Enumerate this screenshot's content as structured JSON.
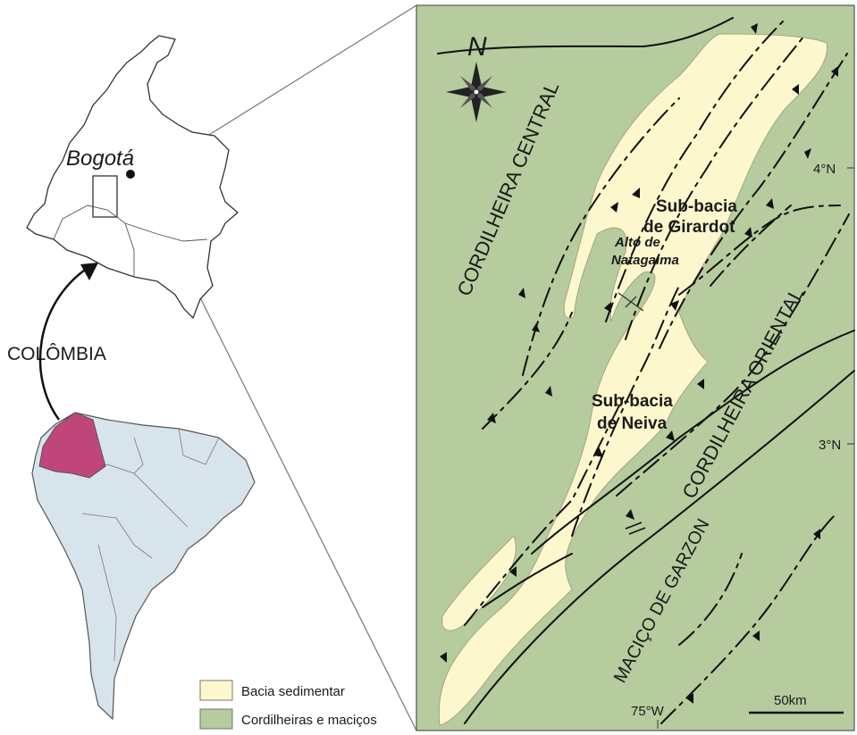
{
  "country_label": "COLÔMBIA",
  "capital_label": "Bogotá",
  "north_label": "N",
  "regions": {
    "cordilheira_central": "CORDILHEIRA CENTRAL",
    "cordilheira_oriental": "CORDILHEIRA ORIENTAL",
    "macico_garzon": "MACIÇO DE GARZON"
  },
  "sub_basins": {
    "girardot_line1": "Sub-bacia",
    "girardot_line2": "de Girardot",
    "neiva_line1": "Sub-bacia",
    "neiva_line2": "de Neiva",
    "natagaima_line1": "Alto de",
    "natagaima_line2": "Natagaima"
  },
  "coordinates": {
    "lat_4": "4°N",
    "lat_3": "3°N",
    "lon_75": "75°W"
  },
  "scale_bar": "50km",
  "legend": [
    {
      "label": "Bacia sedimentar",
      "color": "#fdf7cd"
    },
    {
      "label": "Cordilheiras e maciços",
      "color": "#b6cb9e"
    }
  ],
  "colors": {
    "highlight_country": "#c0467a",
    "south_america": "#d8e4ec",
    "mountains": "#b6cb9e",
    "basin": "#fdf7cd"
  }
}
